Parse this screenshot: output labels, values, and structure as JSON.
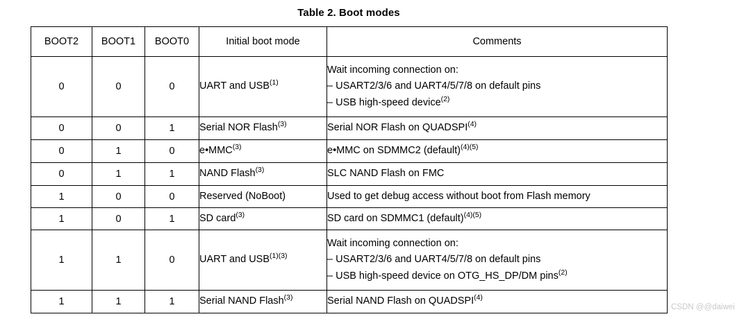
{
  "title": "Table 2. Boot modes",
  "watermark": "CSDN @@daiwei",
  "table": {
    "headers": {
      "boot2": "BOOT2",
      "boot1": "BOOT1",
      "boot0": "BOOT0",
      "mode": "Initial boot mode",
      "comments": "Comments"
    },
    "rows": [
      {
        "boot2": "0",
        "boot1": "0",
        "boot0": "0",
        "mode_text": "UART and USB",
        "mode_sup": "(1)",
        "comment_lines": [
          {
            "text": "Wait incoming connection on:",
            "sup": ""
          },
          {
            "text": "– USART2/3/6 and UART4/5/7/8 on default pins",
            "sup": ""
          },
          {
            "text": "– USB high-speed device",
            "sup": "(2)"
          }
        ]
      },
      {
        "boot2": "0",
        "boot1": "0",
        "boot0": "1",
        "mode_text": "Serial NOR Flash",
        "mode_sup": "(3)",
        "comment_lines": [
          {
            "text": "Serial NOR Flash on QUADSPI",
            "sup": "(4)"
          }
        ]
      },
      {
        "boot2": "0",
        "boot1": "1",
        "boot0": "0",
        "mode_text": "e•MMC",
        "mode_sup": "(3)",
        "comment_lines": [
          {
            "text": "e•MMC on SDMMC2 (default)",
            "sup": "(4)(5)"
          }
        ]
      },
      {
        "boot2": "0",
        "boot1": "1",
        "boot0": "1",
        "mode_text": "NAND Flash",
        "mode_sup": "(3)",
        "comment_lines": [
          {
            "text": "SLC NAND Flash on FMC",
            "sup": ""
          }
        ]
      },
      {
        "boot2": "1",
        "boot1": "0",
        "boot0": "0",
        "mode_text": "Reserved (NoBoot)",
        "mode_sup": "",
        "comment_lines": [
          {
            "text": "Used to get debug access without boot from Flash memory",
            "sup": ""
          }
        ]
      },
      {
        "boot2": "1",
        "boot1": "0",
        "boot0": "1",
        "mode_text": "SD card",
        "mode_sup": "(3)",
        "comment_lines": [
          {
            "text": "SD card on SDMMC1 (default)",
            "sup": "(4)(5)"
          }
        ]
      },
      {
        "boot2": "1",
        "boot1": "1",
        "boot0": "0",
        "mode_text": "UART and USB",
        "mode_sup": "(1)(3)",
        "comment_lines": [
          {
            "text": "Wait incoming connection on:",
            "sup": ""
          },
          {
            "text": "– USART2/3/6 and UART4/5/7/8 on default pins",
            "sup": ""
          },
          {
            "text": "– USB high-speed device on OTG_HS_DP/DM pins",
            "sup": "(2)"
          }
        ]
      },
      {
        "boot2": "1",
        "boot1": "1",
        "boot0": "1",
        "mode_text": "Serial NAND Flash",
        "mode_sup": "(3)",
        "comment_lines": [
          {
            "text": "Serial NAND Flash on QUADSPI",
            "sup": "(4)"
          }
        ]
      }
    ]
  }
}
